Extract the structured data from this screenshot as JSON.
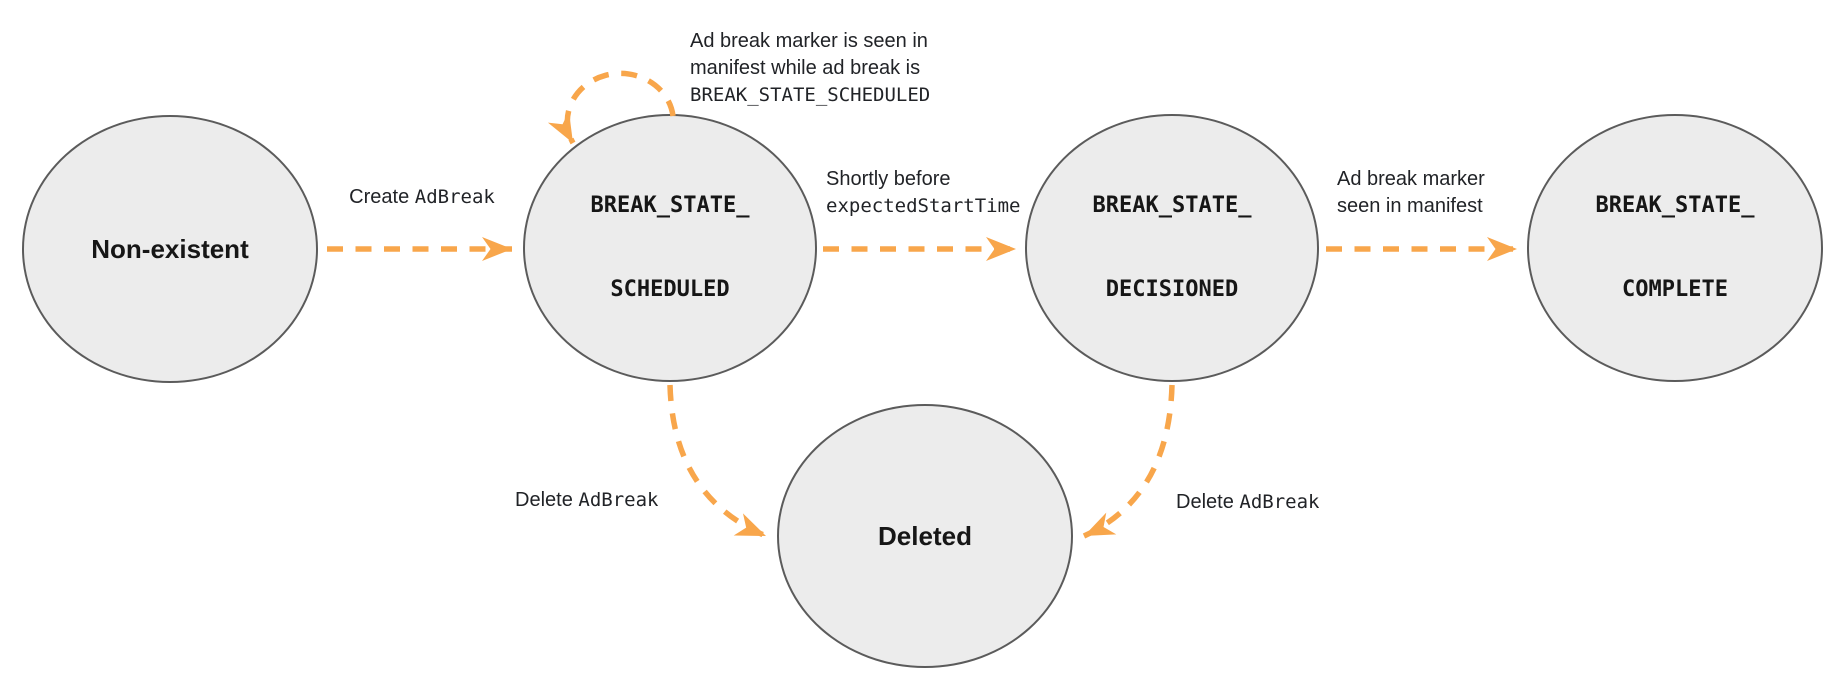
{
  "colors": {
    "accent_orange": "#f8a64b",
    "node_fill": "#ececec",
    "node_border": "#5b5b5b",
    "label_text": "#212327"
  },
  "states": {
    "non_existent": {
      "label": "Non-existent"
    },
    "scheduled": {
      "line1": "BREAK_STATE_",
      "line2": "SCHEDULED"
    },
    "decisioned": {
      "line1": "BREAK_STATE_",
      "line2": "DECISIONED"
    },
    "complete": {
      "line1": "BREAK_STATE_",
      "line2": "COMPLETE"
    },
    "deleted": {
      "label": "Deleted"
    }
  },
  "transitions": {
    "create": {
      "prefix": "Create ",
      "code": "AdBreak"
    },
    "self_loop": {
      "line1": "Ad break marker is seen in",
      "line2": "manifest while ad break is",
      "code_line": "BREAK_STATE_SCHEDULED"
    },
    "shortly": {
      "line1": "Shortly before",
      "code_line": "expectedStartTime"
    },
    "marker_seen": {
      "line1": "Ad break marker",
      "line2": "seen in manifest"
    },
    "delete_left": {
      "prefix": "Delete ",
      "code": "AdBreak"
    },
    "delete_right": {
      "prefix": "Delete ",
      "code": "AdBreak"
    }
  }
}
